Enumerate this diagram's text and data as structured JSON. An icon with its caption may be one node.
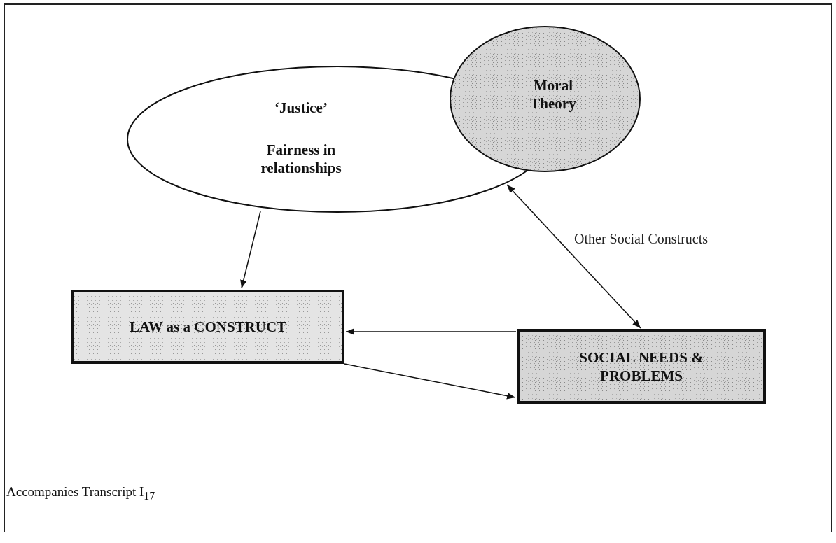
{
  "diagram": {
    "nodes": [
      {
        "text": [
          "‘Justice’",
          "Fairness in relationships"
        ]
      },
      {
        "text": [
          "Moral Theory"
        ]
      },
      {
        "text": [
          "LAW as a CONSTRUCT"
        ]
      },
      {
        "text": [
          "SOCIAL NEEDS & PROBLEMS"
        ]
      }
    ],
    "edges": [
      {
        "from": 0,
        "to": 2,
        "arrow": "to"
      },
      {
        "from": 0,
        "to": 3,
        "arrow": "both",
        "label": "Other Social Constructs"
      },
      {
        "from": 3,
        "to": 2,
        "arrow": "to"
      },
      {
        "from": 2,
        "to": 3,
        "arrow": "to"
      }
    ],
    "labels": [
      "Accompanies Transcript I$_{17}$"
    ]
  }
}
